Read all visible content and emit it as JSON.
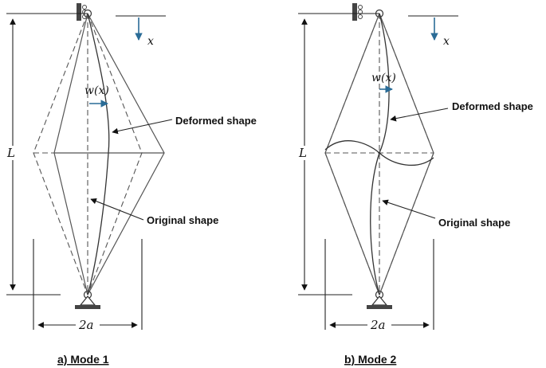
{
  "mode1": {
    "length_label": "L",
    "width_label": "2a",
    "axis_label": "x",
    "displacement_label": "w(x)",
    "deformed_label": "Deformed shape",
    "original_label": "Original shape",
    "caption": "a) Mode 1"
  },
  "mode2": {
    "length_label": "L",
    "width_label": "2a",
    "axis_label": "x",
    "displacement_label": "w(x)",
    "deformed_label": "Deformed shape",
    "original_label": "Original shape",
    "caption": "b) Mode 2"
  },
  "colors": {
    "arrow_blue": "#2a6c97",
    "line_gray": "#555555",
    "support_fill": "#444444"
  }
}
